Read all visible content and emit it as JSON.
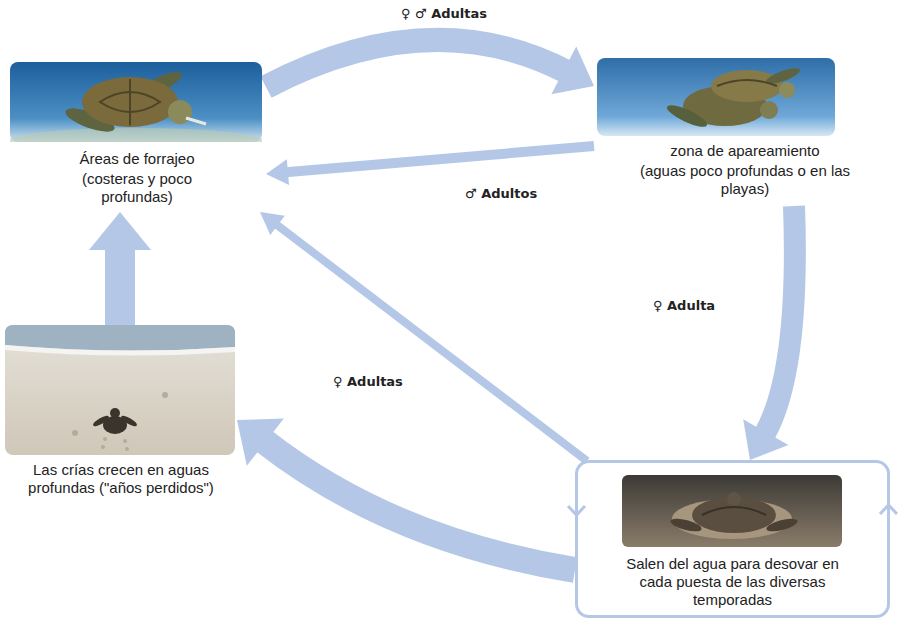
{
  "diagram": {
    "nodes": [
      {
        "text": [
          "Áreas de forrajeo",
          "(costeras y poco profundas)"
        ]
      },
      {
        "text": [
          "zona de apareamiento",
          "(aguas poco profundas o en las playas)"
        ]
      },
      {
        "text": [
          "Las crías crecen en aguas profundas (\"años perdidos\")"
        ]
      },
      {
        "text": [
          "Salen del agua para desovar en cada puesta de las diversas temporadas"
        ]
      }
    ],
    "edges": [
      {
        "from": 0,
        "to": 1,
        "arrow": "to",
        "label": "♀ ♂ Adultas"
      },
      {
        "from": 1,
        "to": 0,
        "arrow": "to",
        "label": "♂ Adultos"
      },
      {
        "from": 1,
        "to": 3,
        "arrow": "to",
        "label": "♀ Adulta"
      },
      {
        "from": 3,
        "to": 0,
        "arrow": "to",
        "label": "♀ Adultas"
      },
      {
        "from": 3,
        "to": 2,
        "arrow": "to"
      },
      {
        "from": 2,
        "to": 0,
        "arrow": "to"
      }
    ]
  }
}
